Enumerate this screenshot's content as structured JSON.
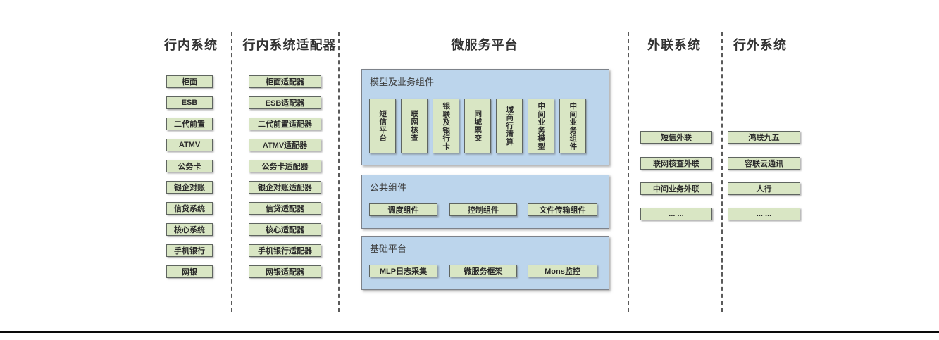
{
  "colors": {
    "green_fill": "#d9e6c4",
    "green_border": "#5f6560",
    "blue_fill": "#bcd5ec",
    "blue_border": "#7d828a",
    "separator": "#5a5a5a",
    "baseline": "#0a0a0a",
    "text": "#2b2b2b"
  },
  "diagram": {
    "internal": {
      "title": "行内系统",
      "items": [
        "柜面",
        "ESB",
        "二代前置",
        "ATMV",
        "公务卡",
        "银企对账",
        "信贷系统",
        "核心系统",
        "手机银行",
        "网银"
      ]
    },
    "adapters": {
      "title": "行内系统适配器",
      "items": [
        "柜面适配器",
        "ESB适配器",
        "二代前置适配器",
        "ATMV适配器",
        "公务卡适配器",
        "银企对账适配器",
        "信贷适配器",
        "核心适配器",
        "手机银行适配器",
        "网银适配器"
      ]
    },
    "platform": {
      "title": "微服务平台",
      "model_group": {
        "label": "模型及业务组件",
        "items": [
          "短信平台",
          "联网核查",
          "银联及银行卡",
          "同城票交",
          "城商行清算",
          "中间业务模型",
          "中间业务组件"
        ]
      },
      "common_group": {
        "label": "公共组件",
        "items": [
          "调度组件",
          "控制组件",
          "文件传输组件"
        ]
      },
      "base_group": {
        "label": "基础平台",
        "items": [
          "MLP日志采集",
          "微服务框架",
          "Mons监控"
        ]
      }
    },
    "outreach": {
      "title": "外联系统",
      "items": [
        "短信外联",
        "联网核查外联",
        "中间业务外联",
        "... ..."
      ]
    },
    "external": {
      "title": "行外系统",
      "items": [
        "鸿联九五",
        "容联云通讯",
        "人行",
        "... ..."
      ]
    }
  }
}
